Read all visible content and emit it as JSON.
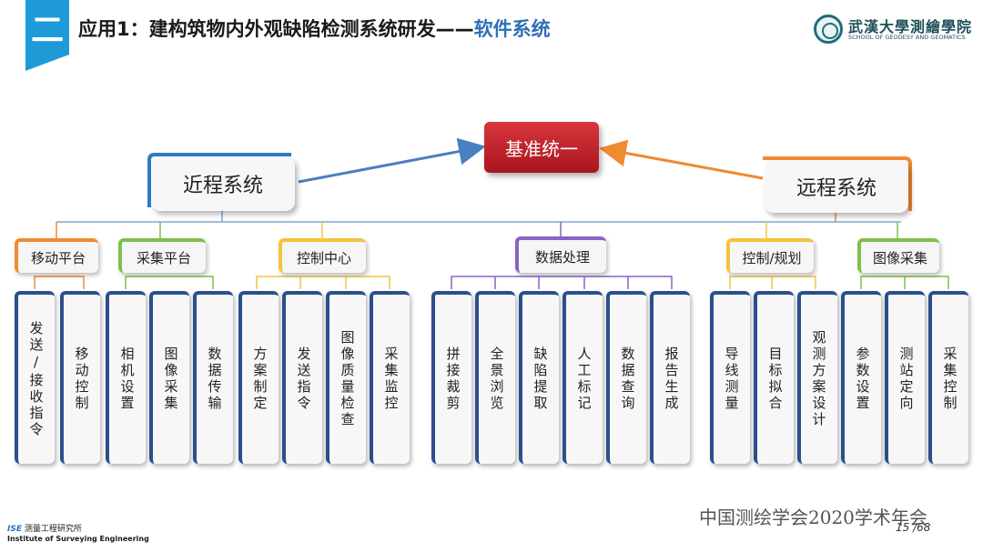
{
  "header": {
    "section_number": "二",
    "title_main": "应用1：建构筑物内外观缺陷检测系统研发——",
    "title_sub": "软件系统",
    "logo_name": "武漢大學測繪學院",
    "logo_en": "SCHOOL OF GEODESY AND GEOMATICS"
  },
  "diagram": {
    "root": "基准统一",
    "near": "近程系统",
    "remote": "远程系统",
    "categories": [
      {
        "label": "移动平台",
        "color": "#f08a33",
        "leaves": [
          "发送/接收指令",
          "移动控制"
        ]
      },
      {
        "label": "采集平台",
        "color": "#7ec04a",
        "leaves": [
          "相机设置",
          "图像采集",
          "数据传输"
        ]
      },
      {
        "label": "控制中心",
        "color": "#f3c43c",
        "leaves": [
          "方案制定",
          "发送指令",
          "图像质量检查",
          "采集监控"
        ]
      },
      {
        "label": "数据处理",
        "color": "#8a63c5",
        "leaves": [
          "拼接裁剪",
          "全景浏览",
          "缺陷提取",
          "人工标记",
          "数据查询",
          "报告生成"
        ]
      },
      {
        "label": "控制/规划",
        "color": "#f3c43c",
        "leaves": [
          "导线测量",
          "目标拟合",
          "观测方案设计"
        ]
      },
      {
        "label": "图像采集",
        "color": "#7ec04a",
        "leaves": [
          "参数设置",
          "测站定向",
          "采集控制"
        ]
      }
    ]
  },
  "footer": {
    "watermark": "中国测绘学会2020学术年会",
    "page": "15 /68",
    "ise_abbr": "ISE",
    "ise_cn": "测量工程研究所",
    "ise_en": "Institute of Surveying Engineering"
  },
  "colors": {
    "badge": "#1e9ad6",
    "title_sub": "#2f6fb4",
    "root": "#c0232a",
    "near_accent": "#2f7bc4",
    "remote_accent": "#f08a33",
    "leaf_accent": "#2a4f8c"
  }
}
